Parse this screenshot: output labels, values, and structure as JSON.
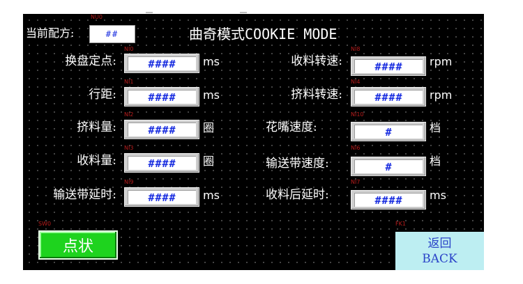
{
  "header": {
    "recipe_label": "当前配方:",
    "recipe_value": "##",
    "title": "曲奇模式COOKIE MODE"
  },
  "tags": {
    "recipe": "NU0",
    "sw": "SW0",
    "fk": "FK1",
    "left": [
      "NI0",
      "NI1",
      "NI2",
      "NI3",
      "NI9"
    ],
    "right": [
      "NI8",
      "NI4",
      "NI10",
      "NI6",
      "NI7"
    ]
  },
  "left_fields": [
    {
      "label": "换盘定点:",
      "value": "####",
      "unit": "ms"
    },
    {
      "label": "行距:",
      "value": "####",
      "unit": "ms"
    },
    {
      "label": "挤料量:",
      "value": "####",
      "unit": "圈"
    },
    {
      "label": "收料量:",
      "value": "####",
      "unit": "圈"
    },
    {
      "label": "输送带延时:",
      "value": "####",
      "unit": "ms"
    }
  ],
  "right_fields": [
    {
      "label": "收料转速:",
      "value": "####",
      "unit": "rpm"
    },
    {
      "label": "挤料转速:",
      "value": "####",
      "unit": "rpm"
    },
    {
      "label": "花嘴速度:",
      "value": "#",
      "unit": "档"
    },
    {
      "label": "输送带速度:",
      "value": "#",
      "unit": "档"
    },
    {
      "label": "收料后延时:",
      "value": "####",
      "unit": "ms"
    }
  ],
  "buttons": {
    "dot_mode": "点状",
    "back_cn": "返回",
    "back_en": "BACK"
  },
  "colors": {
    "screen_bg": "#000000",
    "value_text": "#1a2ee0",
    "tag_text": "#b81c1c",
    "dot_button": "#1ed31e",
    "back_button": "#bdeef2"
  }
}
